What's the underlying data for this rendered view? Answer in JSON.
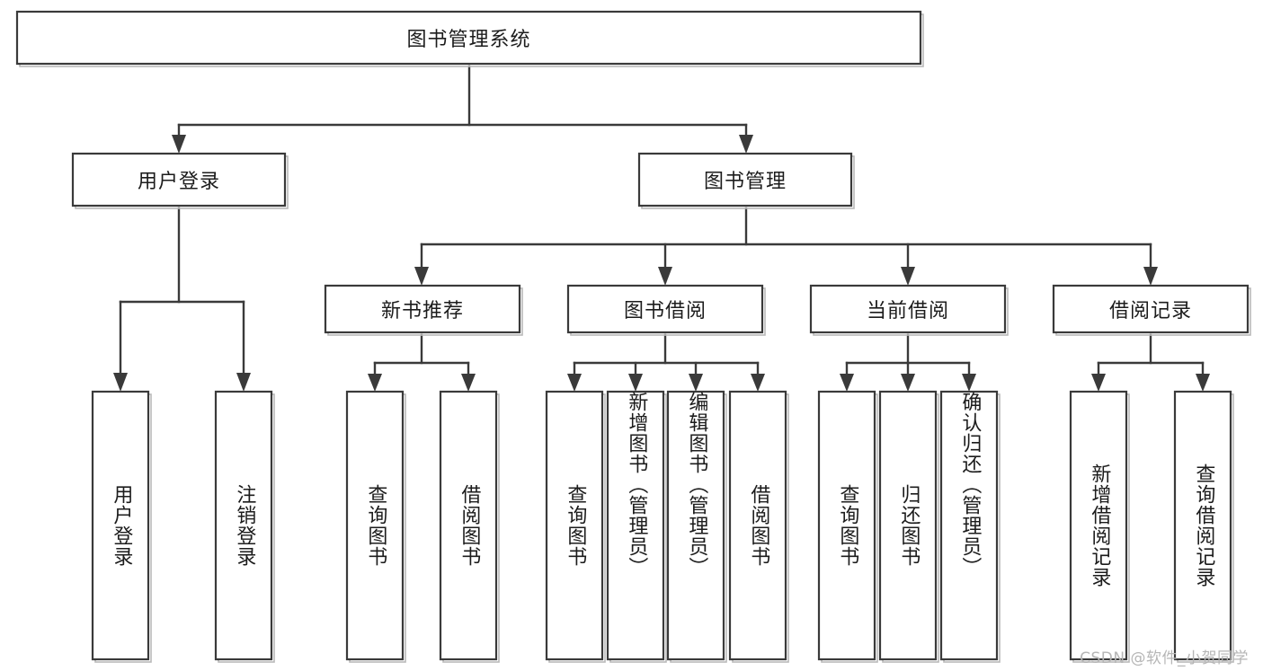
{
  "diagram": {
    "type": "hierarchy-tree",
    "title": "图书管理系统",
    "background_color": "#ffffff",
    "box_stroke_color": "#3a3a3a",
    "box_fill_color": "#ffffff",
    "text_color": "#1c1c1c",
    "watermark": "CSDN @软件_小贺同学",
    "levels": {
      "level1": [
        "图书管理系统"
      ],
      "level2": [
        "用户登录",
        "图书管理"
      ],
      "level3": [
        "新书推荐",
        "图书借阅",
        "当前借阅",
        "借阅记录"
      ],
      "level4": [
        "用户登录",
        "注销登录",
        "查询图书",
        "借阅图书",
        "查询图书",
        "新增图书（管理员）",
        "编辑图书（管理员）",
        "借阅图书",
        "查询图书",
        "归还图书",
        "确认归还（管理员）",
        "新增借阅记录",
        "查询借阅记录"
      ]
    },
    "nodes": {
      "root": {
        "label": "图书管理系统"
      },
      "user_login": {
        "label": "用户登录"
      },
      "book_manage": {
        "label": "图书管理"
      },
      "new_book_rec": {
        "label": "新书推荐"
      },
      "book_borrow": {
        "label": "图书借阅"
      },
      "current_borrow": {
        "label": "当前借阅"
      },
      "borrow_record": {
        "label": "借阅记录"
      },
      "leaf_user_login": {
        "label": "用户登录"
      },
      "leaf_logout": {
        "label": "注销登录"
      },
      "leaf_query_book_a": {
        "label": "查询图书"
      },
      "leaf_borrow_book_a": {
        "label": "借阅图书"
      },
      "leaf_query_book_b": {
        "label": "查询图书"
      },
      "leaf_add_book": {
        "label": "新增图书（管理员）"
      },
      "leaf_edit_book": {
        "label": "编辑图书（管理员）"
      },
      "leaf_borrow_book_b": {
        "label": "借阅图书"
      },
      "leaf_query_book_c": {
        "label": "查询图书"
      },
      "leaf_return_book": {
        "label": "归还图书"
      },
      "leaf_confirm_return": {
        "label": "确认归还（管理员）"
      },
      "leaf_add_record": {
        "label": "新增借阅记录"
      },
      "leaf_query_record": {
        "label": "查询借阅记录"
      }
    },
    "edges": [
      {
        "from": "图书管理系统",
        "to": "用户登录"
      },
      {
        "from": "图书管理系统",
        "to": "图书管理"
      },
      {
        "from": "用户登录",
        "to": "用户登录"
      },
      {
        "from": "用户登录",
        "to": "注销登录"
      },
      {
        "from": "图书管理",
        "to": "新书推荐"
      },
      {
        "from": "图书管理",
        "to": "图书借阅"
      },
      {
        "from": "图书管理",
        "to": "当前借阅"
      },
      {
        "from": "图书管理",
        "to": "借阅记录"
      },
      {
        "from": "新书推荐",
        "to": "查询图书"
      },
      {
        "from": "新书推荐",
        "to": "借阅图书"
      },
      {
        "from": "图书借阅",
        "to": "查询图书"
      },
      {
        "from": "图书借阅",
        "to": "新增图书（管理员）"
      },
      {
        "from": "图书借阅",
        "to": "编辑图书（管理员）"
      },
      {
        "from": "图书借阅",
        "to": "借阅图书"
      },
      {
        "from": "当前借阅",
        "to": "查询图书"
      },
      {
        "from": "当前借阅",
        "to": "归还图书"
      },
      {
        "from": "当前借阅",
        "to": "确认归还（管理员）"
      },
      {
        "from": "借阅记录",
        "to": "新增借阅记录"
      },
      {
        "from": "借阅记录",
        "to": "查询借阅记录"
      }
    ]
  }
}
